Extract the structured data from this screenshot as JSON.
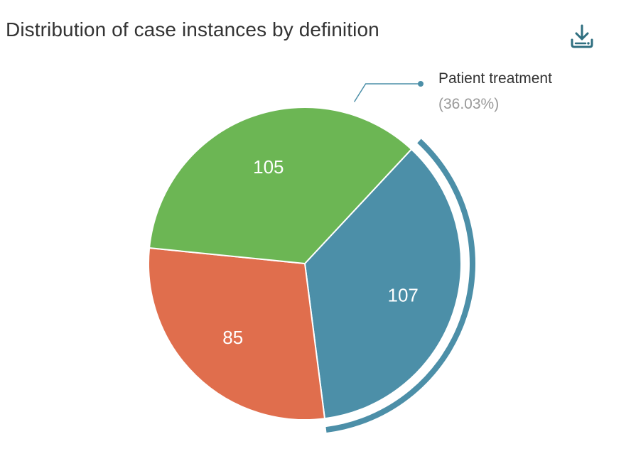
{
  "header": {
    "title": "Distribution of case instances by definition"
  },
  "toolbar": {
    "download_icon": "download-icon"
  },
  "chart_data": {
    "type": "pie",
    "title": "Distribution of case instances by definition",
    "slices": [
      {
        "value": 107,
        "label": "107",
        "color": "#4c8fa8"
      },
      {
        "value": 85,
        "label": "85",
        "color": "#e06e4d"
      },
      {
        "value": 105,
        "label": "105",
        "color": "#6cb654"
      }
    ],
    "highlighted": {
      "name": "Patient treatment",
      "percent": "(36.03%)",
      "color": "#4c8fa8"
    }
  }
}
